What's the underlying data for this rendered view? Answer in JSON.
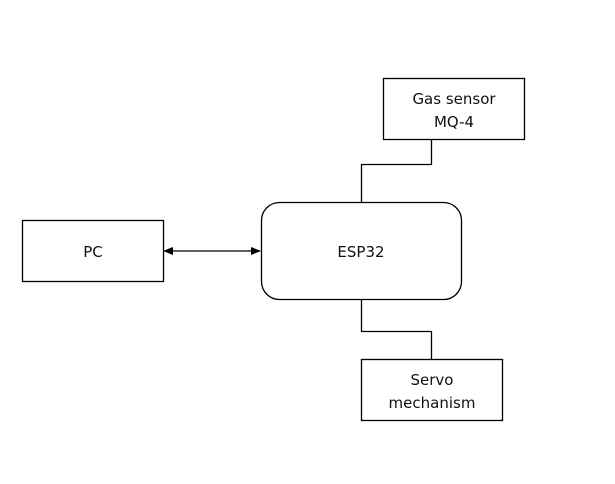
{
  "diagram": {
    "type": "block-diagram",
    "colors": {
      "stroke": "#000000",
      "fill": "#ffffff",
      "text": "#111111"
    },
    "nodes": [
      {
        "id": "pc",
        "label_lines": [
          "PC"
        ],
        "shape": "rectangle"
      },
      {
        "id": "esp32",
        "label_lines": [
          "ESP32"
        ],
        "shape": "rounded-rectangle"
      },
      {
        "id": "gas_sensor",
        "label_lines": [
          "Gas sensor",
          "MQ-4"
        ],
        "shape": "rectangle"
      },
      {
        "id": "servo",
        "label_lines": [
          "Servo",
          "mechanism"
        ],
        "shape": "rectangle"
      }
    ],
    "edges": [
      {
        "from": "pc",
        "to": "esp32",
        "style": "bidirectional-arrow"
      },
      {
        "from": "gas_sensor",
        "to": "esp32",
        "style": "elbow-line"
      },
      {
        "from": "esp32",
        "to": "servo",
        "style": "elbow-line"
      }
    ]
  }
}
